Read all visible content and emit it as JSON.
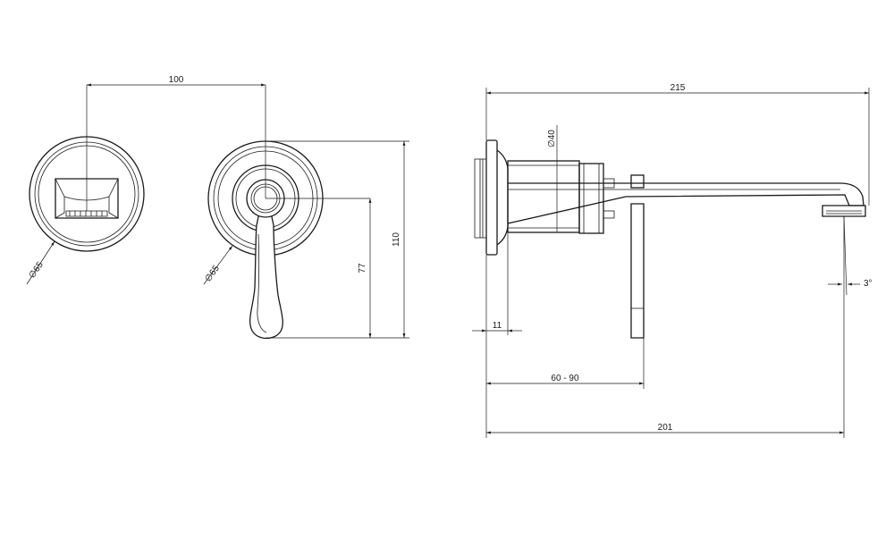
{
  "dimensions": {
    "width_100": "100",
    "height_110": "110",
    "height_77": "77",
    "diameter_65_left": "65",
    "diameter_65_center": "65",
    "diameter_40": "40",
    "length_215": "215",
    "depth_11": "11",
    "range_60_90": "60 - 90",
    "length_201": "201",
    "angle_3": "3°",
    "diameter_symbol": "∅"
  }
}
